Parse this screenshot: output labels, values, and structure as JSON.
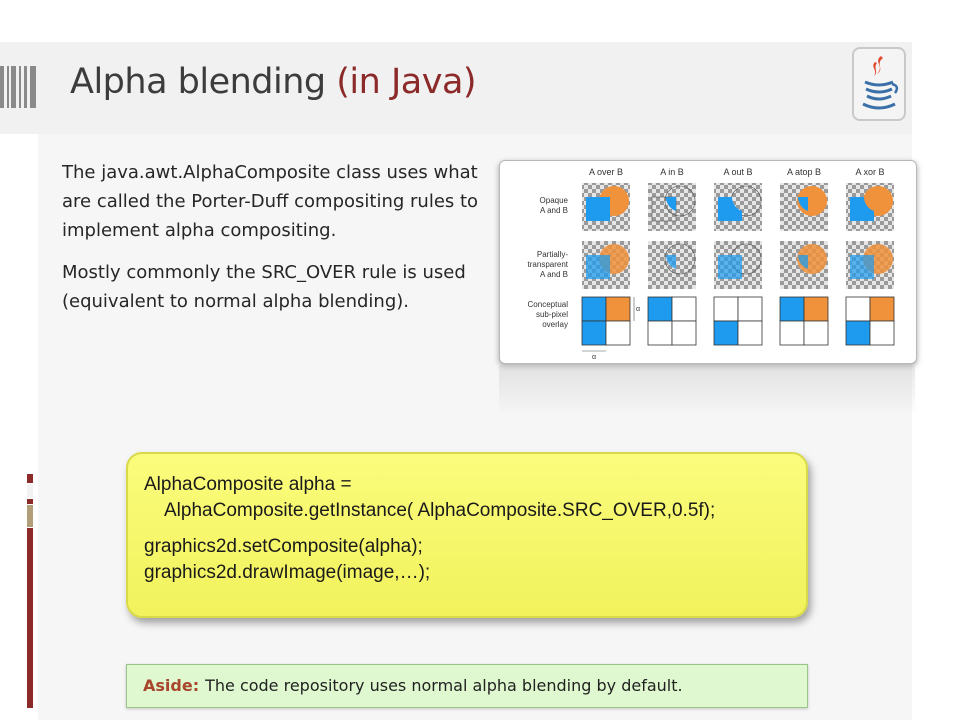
{
  "slide": {
    "title": "Alpha blending",
    "title_accent": "(in Java)",
    "paragraphs": [
      "The java.awt.AlphaComposite class uses what are called the Porter-Duff compositing rules to implement alpha compositing.",
      "Mostly commonly the SRC_OVER rule is used (equivalent to normal alpha blending)."
    ],
    "code": {
      "line1": "AlphaComposite alpha =",
      "line2": "AlphaComposite.getInstance( AlphaComposite.SRC_OVER,0.5f);",
      "line3": "graphics2d.setComposite(alpha);",
      "line4": "graphics2d.drawImage(image,…);"
    },
    "aside": {
      "label": "Aside:",
      "text": "The code repository uses normal alpha blending by default."
    },
    "logo_icon": "java-coffee-cup-icon"
  },
  "figure": {
    "column_headers": [
      "A over B",
      "A in B",
      "A out B",
      "A atop B",
      "A xor B"
    ],
    "row_labels": [
      [
        "Opaque",
        "A and B"
      ],
      [
        "Partially-",
        "transparent",
        "A and B"
      ],
      [
        "Conceptual",
        "sub-pixel",
        "overlay"
      ]
    ],
    "overlay_symbols": [
      "α",
      "α"
    ],
    "colors": {
      "blue": "#1e9bef",
      "orange": "#f0913c",
      "accent_red": "#8c2a2a",
      "code_bg": "#f6f76a",
      "aside_bg": "#dff8cf"
    }
  }
}
